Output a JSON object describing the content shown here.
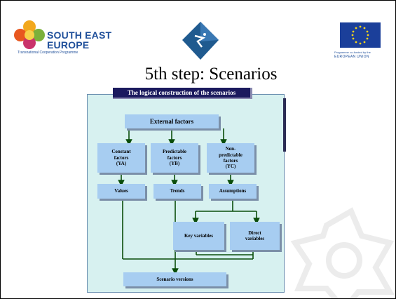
{
  "slide": {
    "title": "5th step: Scenarios",
    "header_logo": {
      "line1": "SOUTH EAST",
      "line2": "EUROPE",
      "subtitle": "Transnational Cooperation Programme"
    },
    "eu_logo": {
      "caption1": "Programme co-funded by the",
      "caption2": "EUROPEAN UNION"
    }
  },
  "diagram": {
    "header": "The logical construction of the scenarios",
    "nodes": {
      "external": "External factors",
      "constant": {
        "line1": "Constant",
        "line2": "factors",
        "line3": "(YA)"
      },
      "predictable": {
        "line1": "Predictable",
        "line2": "factors",
        "line3": "(YB)"
      },
      "nonpredictable": {
        "line1": "Non-",
        "line2": "predictable",
        "line3": "factors",
        "line4": "(YC)"
      },
      "values": "Values",
      "trends": "Trends",
      "assumptions": "Assumptions",
      "key_variables": "Key variables",
      "direct_variables": {
        "line1": "Direct",
        "line2": "variables"
      },
      "scenario_versions": "Scenario versions"
    }
  },
  "colors": {
    "panel_bg": "#d7f1f0",
    "box_bg": "#a7cdf1",
    "header_bg": "#1b1a5e",
    "connector": "#0a4d0a"
  }
}
